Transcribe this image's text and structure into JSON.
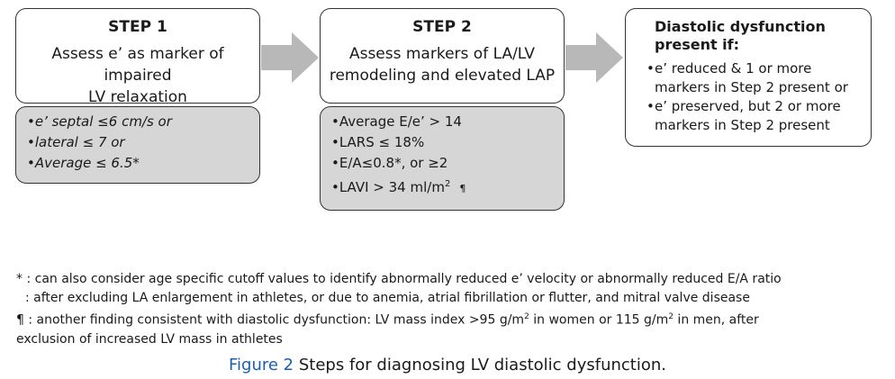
{
  "step1": {
    "title": "STEP 1",
    "desc_line1": "Assess e’ as marker of impaired",
    "desc_line2": "LV relaxation",
    "markers": [
      "•e’ septal ≤6 cm/s or",
      "•lateral ≤ 7 or",
      "•Average ≤ 6.5*"
    ]
  },
  "step2": {
    "title": "STEP 2",
    "desc_line1": "Assess markers of LA/LV",
    "desc_line2": "remodeling and elevated LAP",
    "markers": [
      "•Average E/e’ > 14",
      "•LARS ≤ 18%",
      "•E/A≤0.8*, or  ≥2",
      "•LAVI > 34 ml/m",
      "2",
      "¶"
    ]
  },
  "result": {
    "title_line1": "Diastolic dysfunction",
    "title_line2": "present if:",
    "items": [
      {
        "bullet": "•",
        "line1": "e’ reduced & 1 or more",
        "line2": "markers in Step 2 present or"
      },
      {
        "bullet": "•",
        "line1": "e’ preserved, but 2 or more",
        "line2": "markers in Step 2 present"
      }
    ]
  },
  "footnotes": {
    "line1": "* : can also consider age specific cutoff values to identify abnormally reduced e’ velocity or abnormally reduced E/A ratio",
    "line2": ": after excluding LA enlargement in athletes, or due to anemia, atrial fibrillation or flutter, and mitral valve disease",
    "line3_a": "¶ : another finding consistent with diastolic dysfunction: LV mass index >95 g/m",
    "line3_sup1": "2",
    "line3_b": " in women or 115 g/m",
    "line3_sup2": "2",
    "line3_c": " in men, after",
    "line4": "exclusion of increased LV mass in athletes"
  },
  "caption": {
    "figure": "Figure 2",
    "text": "Steps for diagnosing LV diastolic dysfunction."
  },
  "colors": {
    "gray_fill": "#d6d6d6",
    "arrow": "#b8b8b8",
    "caption_blue": "#1a5fb4"
  }
}
